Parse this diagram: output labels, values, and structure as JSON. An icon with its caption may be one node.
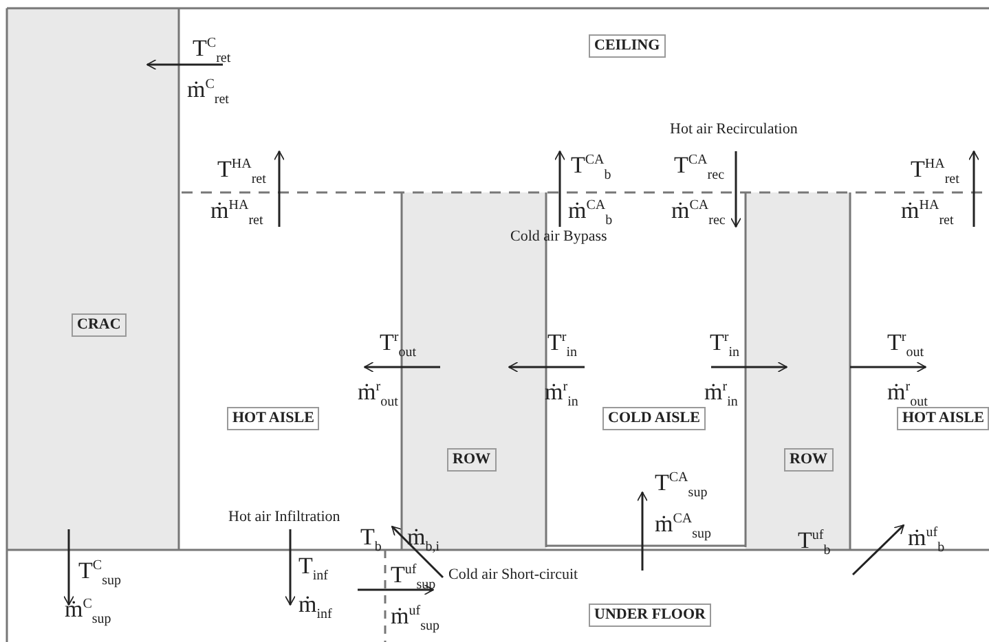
{
  "diagram": {
    "nodes": [
      {
        "text": [
          "CEILING"
        ]
      },
      {
        "text": [
          "CRAC"
        ]
      },
      {
        "text": [
          "HOT AISLE"
        ]
      },
      {
        "text": [
          "ROW"
        ]
      },
      {
        "text": [
          "COLD AISLE"
        ]
      },
      {
        "text": [
          "ROW"
        ]
      },
      {
        "text": [
          "HOT AISLE"
        ]
      },
      {
        "text": [
          "UNDER FLOOR"
        ]
      }
    ],
    "labels": [
      "T$^{C}$$_{ret}$",
      "ṁ$^{C}$$_{ret}$",
      "Hot air Recirculation",
      "T$^{HA}$$_{ret}$",
      "T$^{CA}$$_{b}$",
      "T$^{CA}$$_{rec}$",
      "T$^{HA}$$_{ret}$",
      "ṁ$^{HA}$$_{ret}$",
      "ṁ$^{CA}$$_{b}$",
      "ṁ$^{CA}$$_{rec}$",
      "ṁ$^{HA}$$_{ret}$",
      "Cold air Bypass",
      "T$^{r}$$_{out}$",
      "T$^{r}$$_{in}$",
      "T$^{r}$$_{in}$",
      "T$^{r}$$_{out}$",
      "ṁ$^{r}$$_{out}$",
      "ṁ$^{r}$$_{in}$",
      "ṁ$^{r}$$_{in}$",
      "ṁ$^{r}$$_{out}$",
      "T$^{CA}$$_{sup}$",
      "ṁ$^{CA}$$_{sup}$",
      "Hot air Infiltration",
      "T$_{b}$",
      "ṁ$_{b,i}$",
      "T$^{uf}$$_{b}$",
      "ṁ$^{uf}$$_{b}$",
      "T$^{C}$$_{sup}$",
      "T$_{inf}$",
      "T$^{uf}$$_{sup}$",
      "Cold air Short-circuit",
      "ṁ$^{C}$$_{sup}$",
      "ṁ$_{inf}$",
      "ṁ$^{uf}$$_{sup}$"
    ]
  }
}
